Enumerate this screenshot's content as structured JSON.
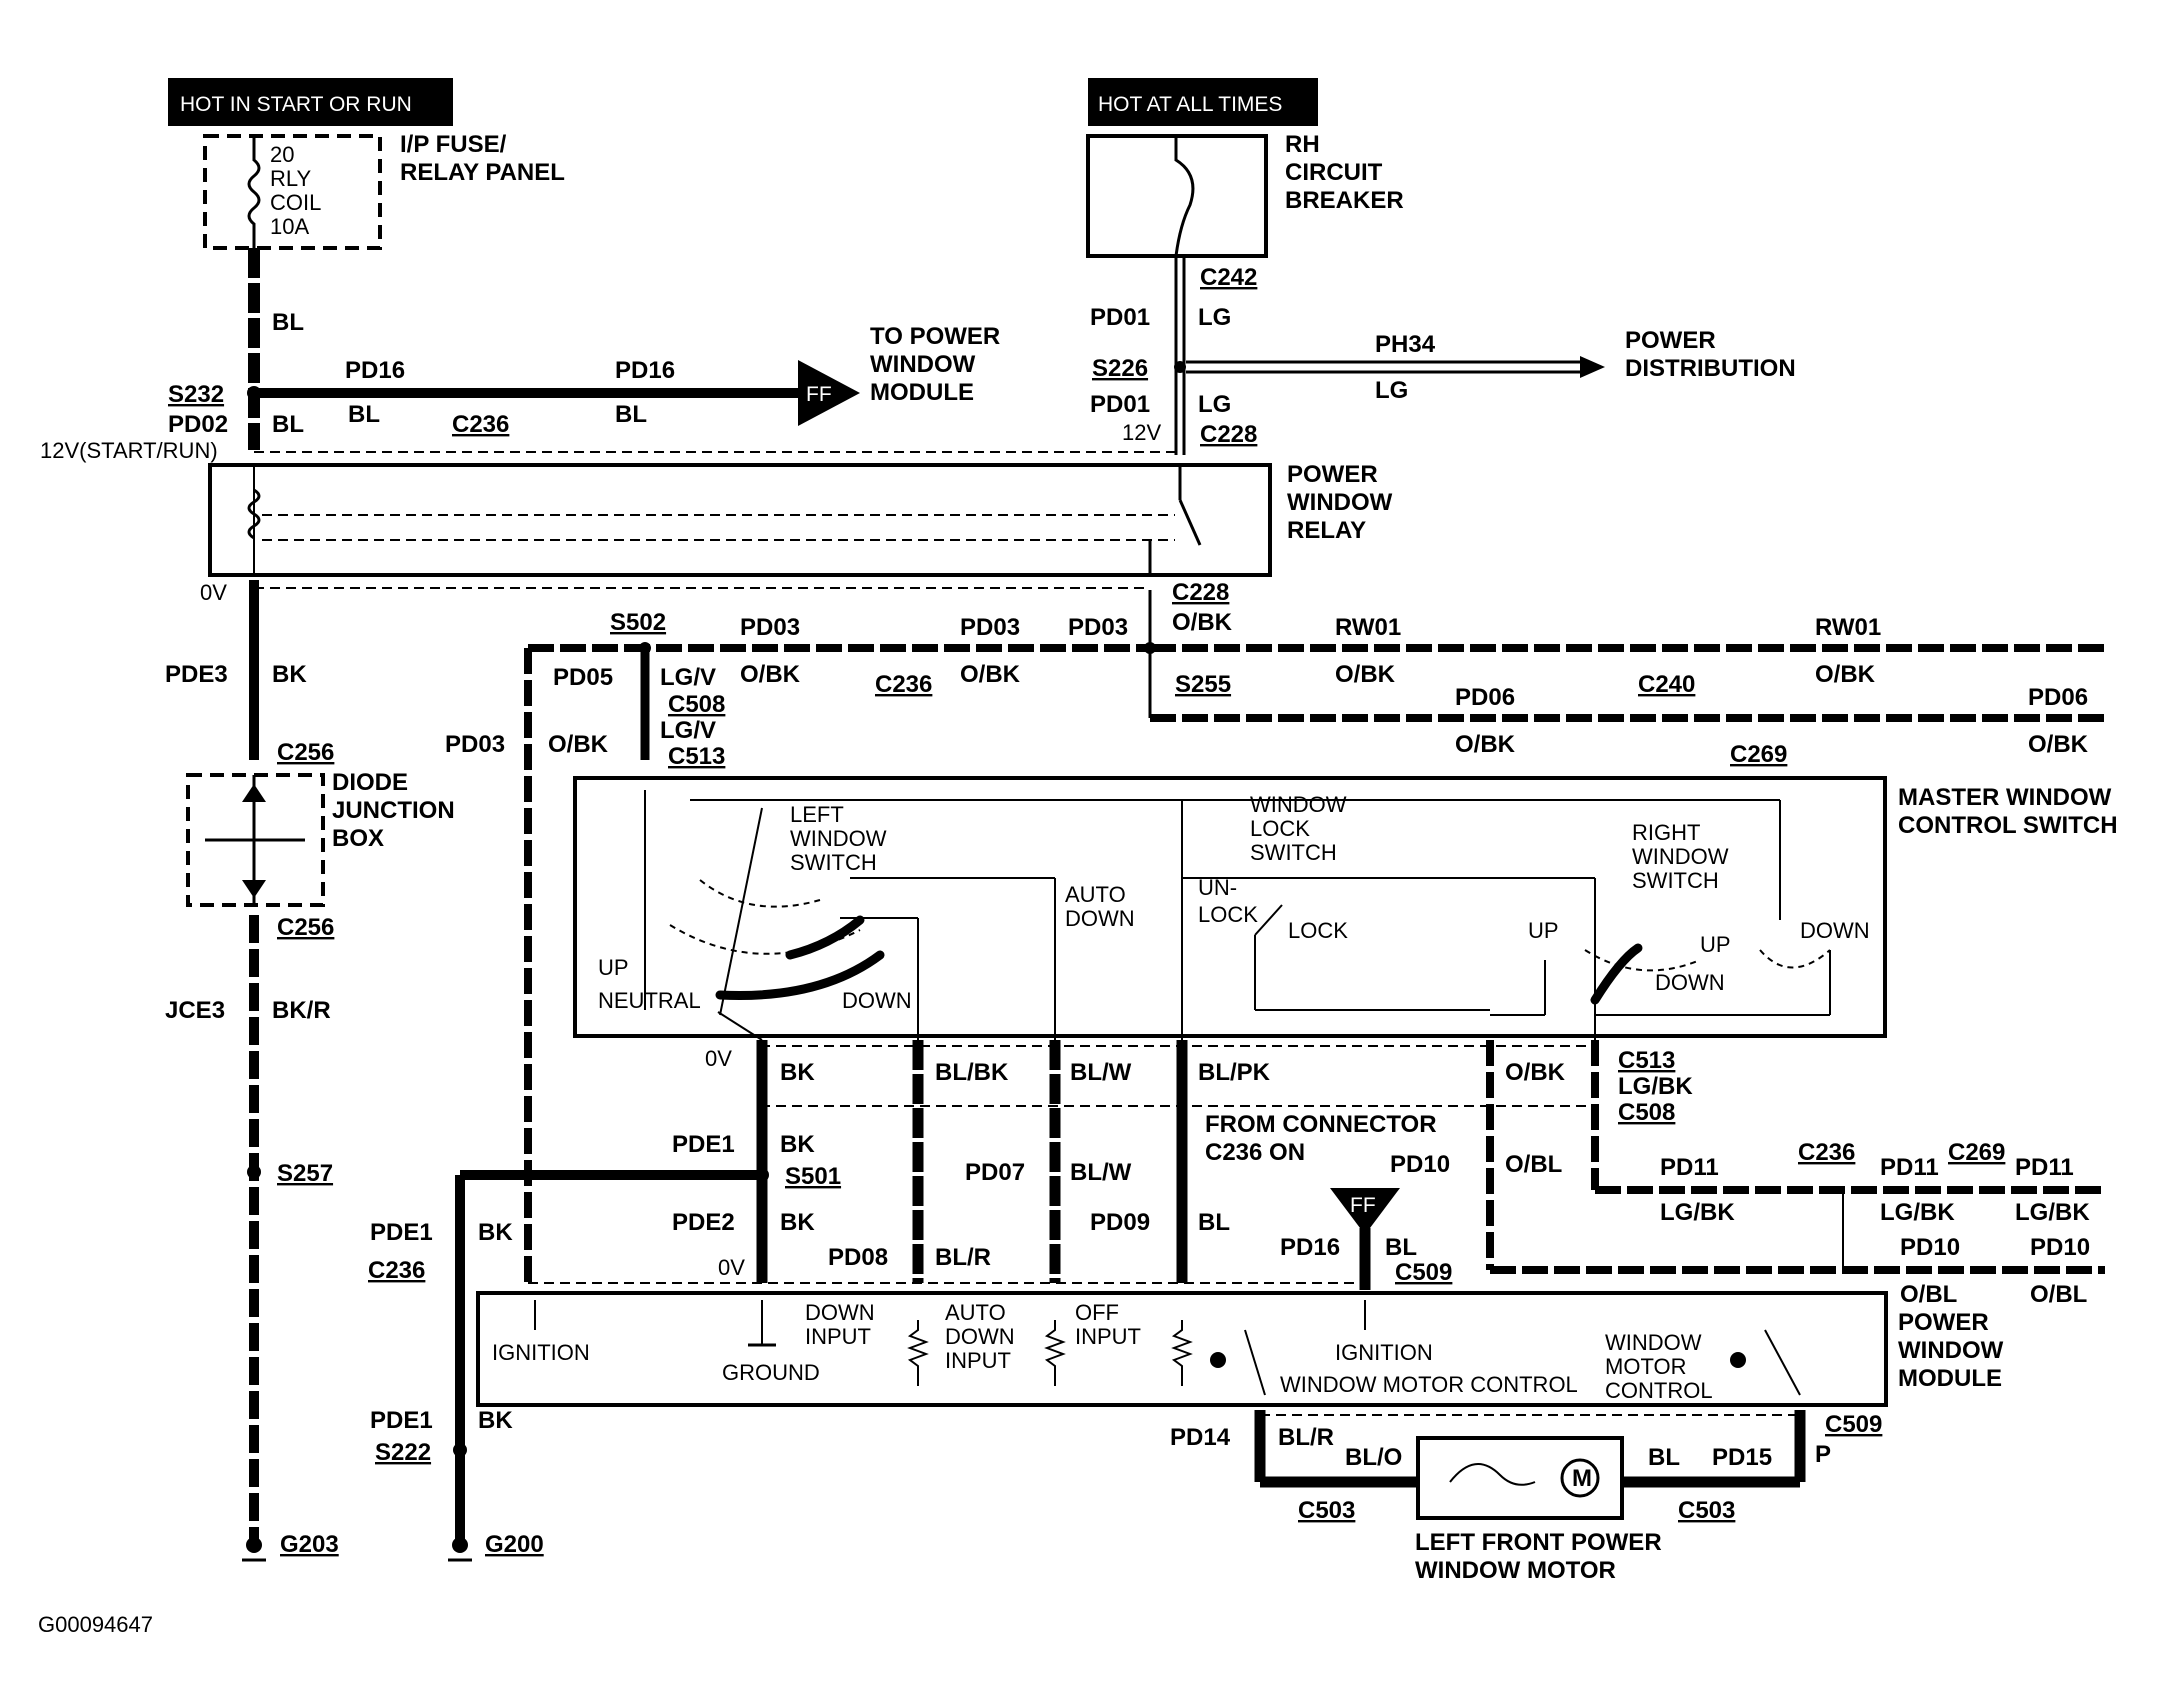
{
  "headers": {
    "hot_start_run": "HOT IN START OR RUN",
    "hot_all_times": "HOT AT ALL TIMES"
  },
  "fuse": {
    "line1": "20",
    "line2": "RLY",
    "line3": "COIL",
    "line4": "10A",
    "name_line1": "I/P FUSE/",
    "name_line2": "RELAY PANEL"
  },
  "breaker": {
    "line1": "RH",
    "line2": "CIRCUIT",
    "line3": "BREAKER"
  },
  "relay": {
    "line1": "POWER",
    "line2": "WINDOW",
    "line3": "RELAY"
  },
  "diode": {
    "line1": "DIODE",
    "line2": "JUNCTION",
    "line3": "BOX"
  },
  "master_switch": {
    "title_line1": "MASTER WINDOW",
    "title_line2": "CONTROL SWITCH",
    "left_line1": "LEFT",
    "left_line2": "WINDOW",
    "left_line3": "SWITCH",
    "lock_line1": "WINDOW",
    "lock_line2": "LOCK",
    "lock_line3": "SWITCH",
    "right_line1": "RIGHT",
    "right_line2": "WINDOW",
    "right_line3": "SWITCH",
    "auto_line1": "AUTO",
    "auto_line2": "DOWN",
    "unlock_line1": "UN-",
    "unlock_line2": "LOCK",
    "lock": "LOCK",
    "up": "UP",
    "neutral": "NEUTRAL",
    "down": "DOWN",
    "up_r1": "UP",
    "up_r2": "UP",
    "down_r1": "DOWN",
    "down_r2": "DOWN"
  },
  "module": {
    "title_line1": "POWER",
    "title_line2": "WINDOW",
    "title_line3": "MODULE",
    "ignition": "IGNITION",
    "down_input_1": "DOWN",
    "down_input_2": "INPUT",
    "ground": "GROUND",
    "auto_down_1": "AUTO",
    "auto_down_2": "DOWN",
    "auto_down_3": "INPUT",
    "off_input_1": "OFF",
    "off_input_2": "INPUT",
    "ignition2": "IGNITION",
    "wmc": "WINDOW MOTOR CONTROL",
    "wmc2_1": "WINDOW",
    "wmc2_2": "MOTOR",
    "wmc2_3": "CONTROL"
  },
  "motor": {
    "line1": "LEFT FRONT POWER",
    "line2": "WINDOW MOTOR",
    "symbol": "M"
  },
  "to_module": {
    "line1": "TO POWER",
    "line2": "WINDOW",
    "line3": "MODULE",
    "ff": "FF"
  },
  "power_dist": {
    "line1": "POWER",
    "line2": "DISTRIBUTION"
  },
  "from_connector": {
    "line1": "FROM CONNECTOR",
    "line2": "C236 ON"
  },
  "labels": {
    "BL1": "BL",
    "S232": "S232",
    "PD02": "PD02",
    "BL2": "BL",
    "v12start": "12V(START/RUN)",
    "PD16a": "PD16",
    "BLa": "BL",
    "C236a": "C236",
    "PD16b": "PD16",
    "BLb": "BL",
    "C242": "C242",
    "PD01a": "PD01",
    "LGa": "LG",
    "S226": "S226",
    "PH34": "PH34",
    "LGp": "LG",
    "PD01b": "PD01",
    "LGb": "LG",
    "v12": "12V",
    "C228a": "C228",
    "v0a": "0V",
    "C228b": "C228",
    "OBKr": "O/BK",
    "PDE3": "PDE3",
    "BK3": "BK",
    "C256a": "C256",
    "C256b": "C256",
    "JCE3": "JCE3",
    "BKR": "BK/R",
    "S257": "S257",
    "G203": "G203",
    "S502": "S502",
    "PD03a": "PD03",
    "OBKa": "O/BK",
    "PD03b": "PD03",
    "OBKb": "O/BK",
    "C236b": "C236",
    "PD03c": "PD03",
    "PD05": "PD05",
    "LGV1": "LG/V",
    "C508a": "C508",
    "LGV2": "LG/V",
    "C513a": "C513",
    "PD03d": "PD03",
    "OBKd": "O/BK",
    "RW01a": "RW01",
    "OBKe": "O/BK",
    "C240": "C240",
    "RW01b": "RW01",
    "OBKf": "O/BK",
    "S255": "S255",
    "PD06a": "PD06",
    "OBKg": "O/BK",
    "C269a": "C269",
    "PD06b": "PD06",
    "OBKh": "O/BK",
    "v0b": "0V",
    "BKm": "BK",
    "BLBK": "BL/BK",
    "BLW": "BL/W",
    "BLPK": "BL/PK",
    "OBKm": "O/BK",
    "C513b": "C513",
    "LGBK": "LG/BK",
    "C508b": "C508",
    "PDE1a": "PDE1",
    "BKa": "BK",
    "S501": "S501",
    "PD07": "PD07",
    "BLW2": "BL/W",
    "PD10a": "PD10",
    "OBL": "O/BL",
    "PD11a": "PD11",
    "LGBK2": "LG/BK",
    "C236c": "C236",
    "PD11b": "PD11",
    "C269b": "C269",
    "PD11c": "PD11",
    "LGBK3": "LG/BK",
    "LGBK4": "LG/BK",
    "PD10b": "PD10",
    "PD10c": "PD10",
    "OBL2": "O/BL",
    "OBL3": "O/BL",
    "PDE2": "PDE2",
    "BKb": "BK",
    "PD09": "PD09",
    "BLx": "BL",
    "PDE1b": "PDE1",
    "BKc": "BK",
    "C236d": "C236",
    "PD08": "PD08",
    "BLR": "BL/R",
    "v0c": "0V",
    "PD16c": "PD16",
    "BLy": "BL",
    "C509a": "C509",
    "FF2": "FF",
    "PDE1c": "PDE1",
    "BKd": "BK",
    "S222": "S222",
    "G200": "G200",
    "PD14": "PD14",
    "BLR2": "BL/R",
    "BLO": "BL/O",
    "BLz": "BL",
    "PD15": "PD15",
    "P": "P",
    "C509b": "C509",
    "C503a": "C503",
    "C503b": "C503"
  },
  "footer": {
    "id": "G00094647"
  }
}
